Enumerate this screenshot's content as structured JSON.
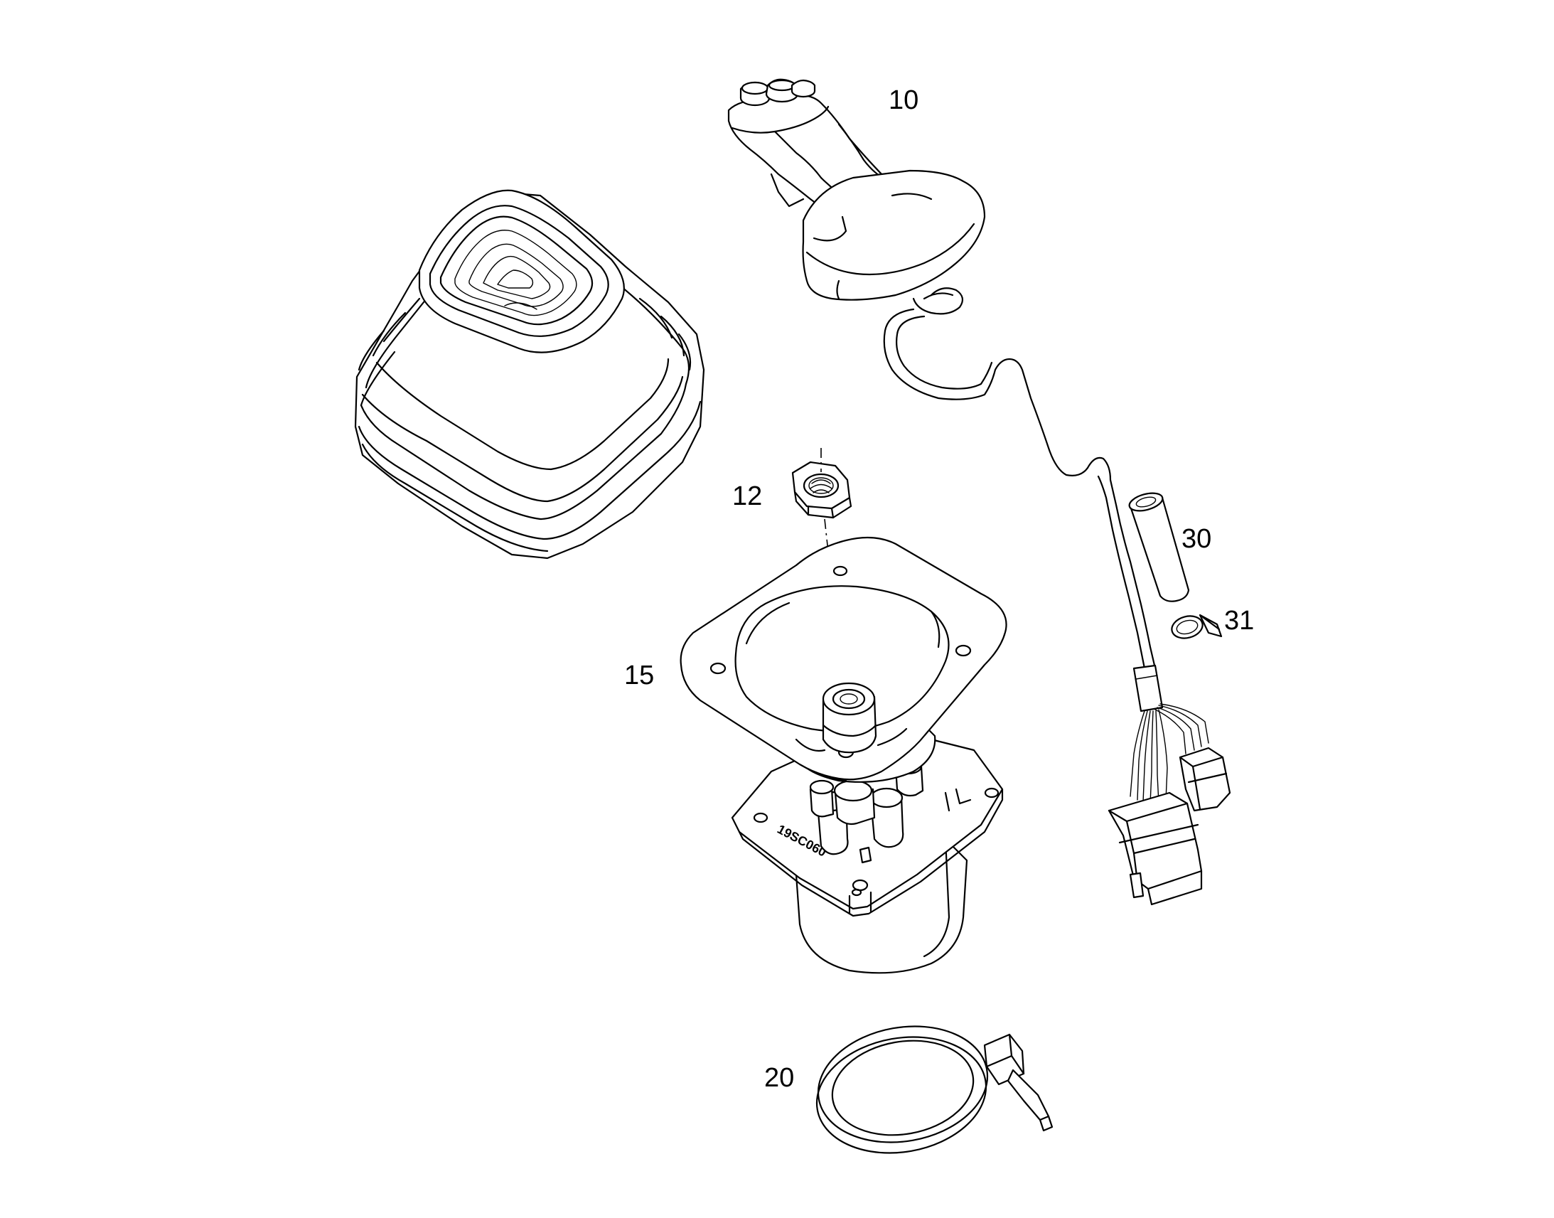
{
  "parts": [
    {
      "id": "joystick-handle",
      "callout": "10"
    },
    {
      "id": "nut",
      "callout": "12"
    },
    {
      "id": "control-valve",
      "callout": "15"
    },
    {
      "id": "clamp-ring",
      "callout": "20"
    },
    {
      "id": "sleeve",
      "callout": "30"
    },
    {
      "id": "clip",
      "callout": "31"
    }
  ],
  "valve_stamp": "19SC060"
}
